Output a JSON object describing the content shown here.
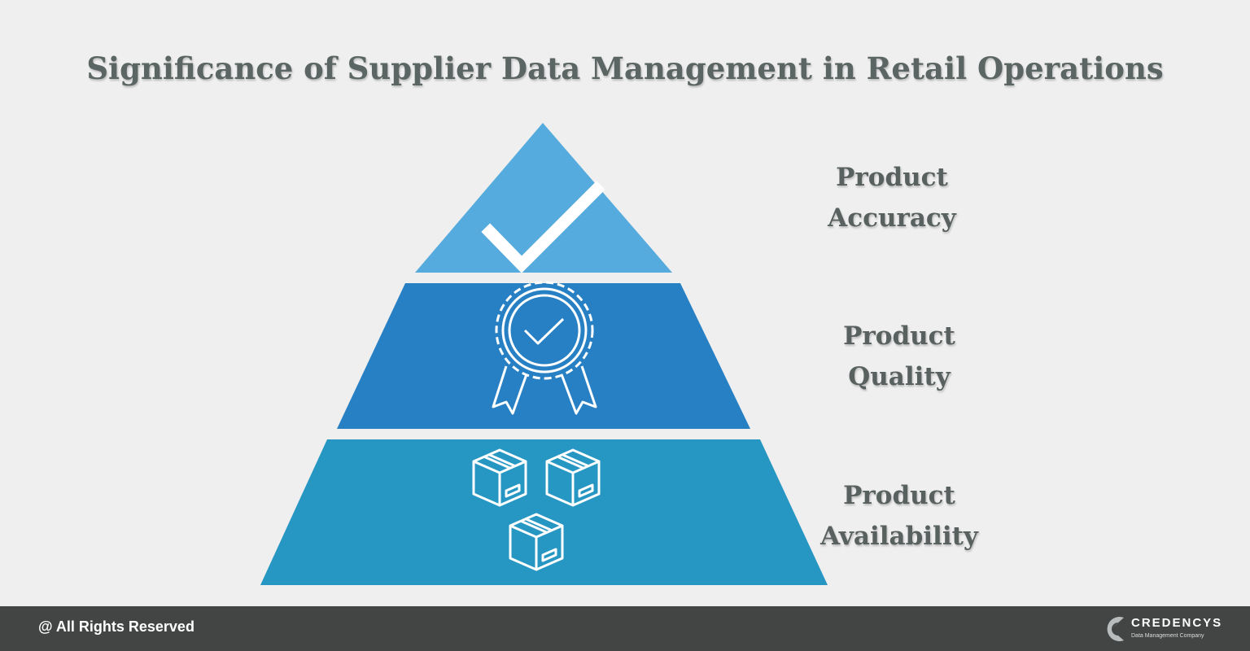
{
  "title": "Significance of Supplier Data Management in Retail Operations",
  "tiers": [
    {
      "line1": "Product",
      "line2": "Accuracy",
      "color": "#55abde",
      "icon": "checkmark-icon"
    },
    {
      "line1": "Product",
      "line2": "Quality",
      "color": "#2880c4",
      "icon": "award-ribbon-icon"
    },
    {
      "line1": "Product",
      "line2": "Availability",
      "color": "#2696c2",
      "icon": "stacked-boxes-icon"
    }
  ],
  "footer": {
    "copyright": "@ All Rights Reserved",
    "brand_name": "CREDENCYS",
    "brand_tagline": "Data Management Company"
  },
  "colors": {
    "background": "#efefef",
    "footer": "#434545",
    "text": "#58615f"
  }
}
